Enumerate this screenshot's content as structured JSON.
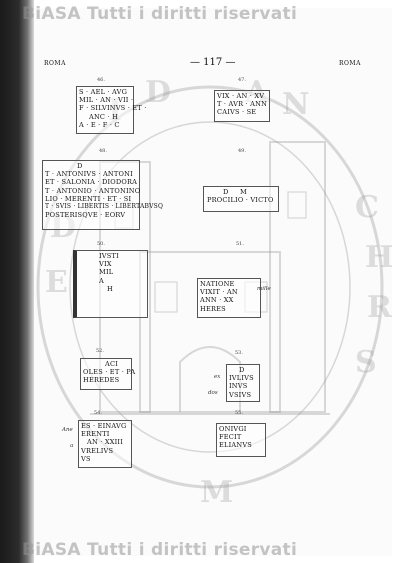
{
  "watermark": "BiASA Tutti i diritti riservati",
  "header": {
    "left": "ROMA",
    "page_number": "— 117 —",
    "right": "ROMA"
  },
  "inscriptions": [
    {
      "num": "46.",
      "lines": [
        "S · AEL · AVG",
        "MIL · AN · VII ·",
        "F · SILVINVS · ET ·",
        "ANC · H",
        "A · E · F · C"
      ]
    },
    {
      "num": "47.",
      "lines": [
        "VIX · AN · XV",
        "T · AVR · ANN",
        "CAIVS · SE"
      ]
    },
    {
      "num": "48.",
      "lines": [
        "D",
        "T · ANTONIVS · ANTONI",
        "ET · SALONIA · DIODORA",
        "T · ANTONIO · ANTONINO",
        "LIO · MERENTI · ET · SI",
        "T · SVIS · LIBERTIS · LIBERTABVSQ",
        "POSTERISQVE · EORV"
      ]
    },
    {
      "num": "49.",
      "lines": [
        "D     M",
        "PROCILIO · VICTO"
      ]
    },
    {
      "num": "50.",
      "lines": [
        "IVSTI",
        "VIX",
        "MIL",
        "A",
        "H"
      ]
    },
    {
      "num": "51.",
      "lines": [
        "NATIONE",
        "VIXIT · AN",
        "ANN · XX",
        "HERES"
      ]
    },
    {
      "num": "52.",
      "lines": [
        "ACI",
        "OLES · ET · PA",
        "HEREDES"
      ]
    },
    {
      "num": "53.",
      "lines": [
        "D",
        "IVLIVS",
        "INVS",
        "VSIVS"
      ]
    },
    {
      "num": "54.",
      "lines": [
        "ES · EINAVG",
        "ERENTI",
        "AN · XXIII",
        "VRELIVS",
        "VS"
      ]
    },
    {
      "num": "55.",
      "lines": [
        "ONIVGI",
        "FECIT",
        "ELIANVS"
      ]
    }
  ],
  "annotations": {
    "n51": "mille",
    "n53a": "ex",
    "n53b": "dos",
    "n54a": "Ane",
    "n54b": "a"
  }
}
